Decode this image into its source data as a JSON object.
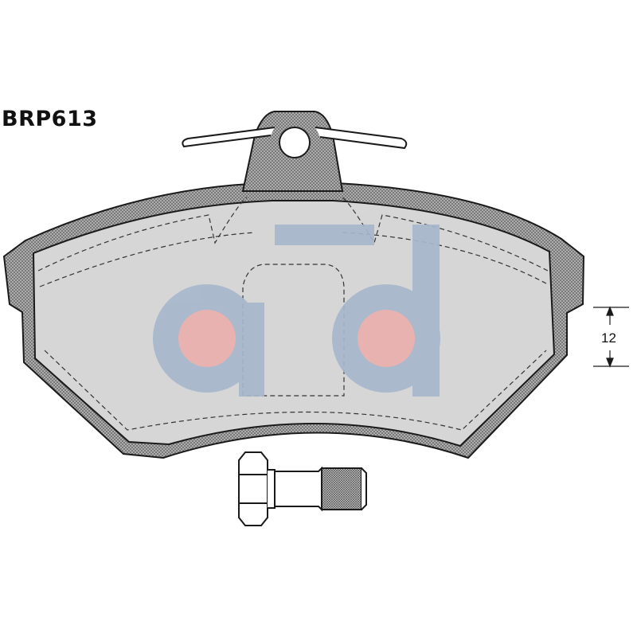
{
  "part_number": "BRP613",
  "dimension": {
    "value": "12"
  },
  "colors": {
    "outline": "#1a1a1a",
    "pad_fill": "#d6d6d6",
    "backing_fill": "#9a9a9a",
    "watermark_blue": "#a7b7cc",
    "watermark_pink": "#eab0ae"
  },
  "icons": {
    "watermark": "ad-logo-watermark",
    "bolt": "bolt-icon",
    "clip": "spring-clip-icon"
  }
}
